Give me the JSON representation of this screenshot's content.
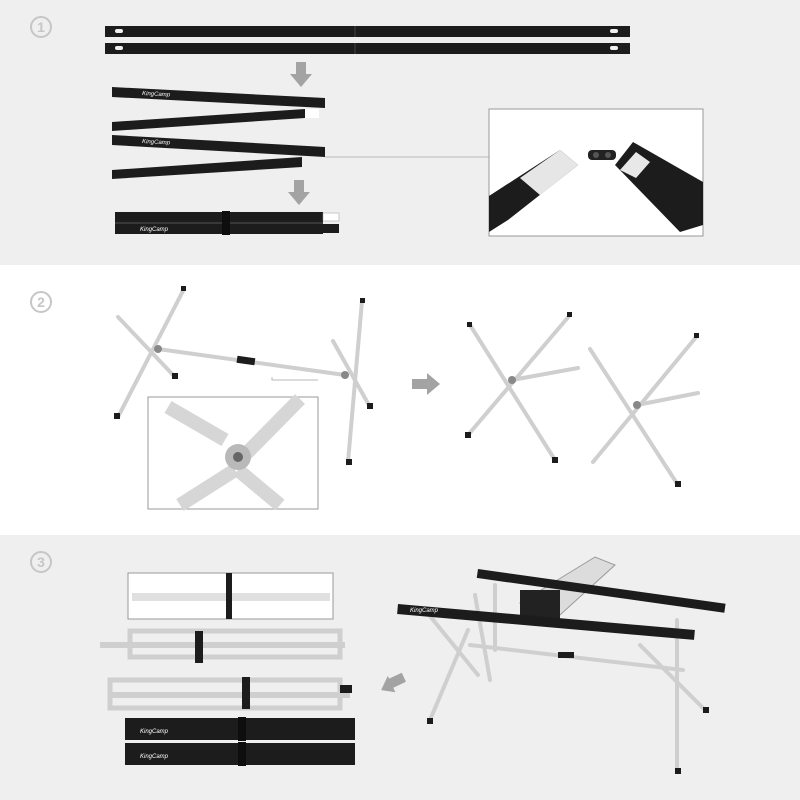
{
  "colors": {
    "band_1": "#efefef",
    "band_2": "#ffffff",
    "band_3": "#efefef",
    "bar": "#1c1c1c",
    "aluminium": "#cfcfcf",
    "arrow": "#a3a3a3"
  },
  "steps": [
    {
      "number": "1"
    },
    {
      "number": "2"
    },
    {
      "number": "3"
    }
  ],
  "brand": "KingCamp",
  "icons": {
    "arrow_down": "arrow-down-icon",
    "arrow_right": "arrow-right-icon",
    "arrow_left": "arrow-left-icon"
  }
}
